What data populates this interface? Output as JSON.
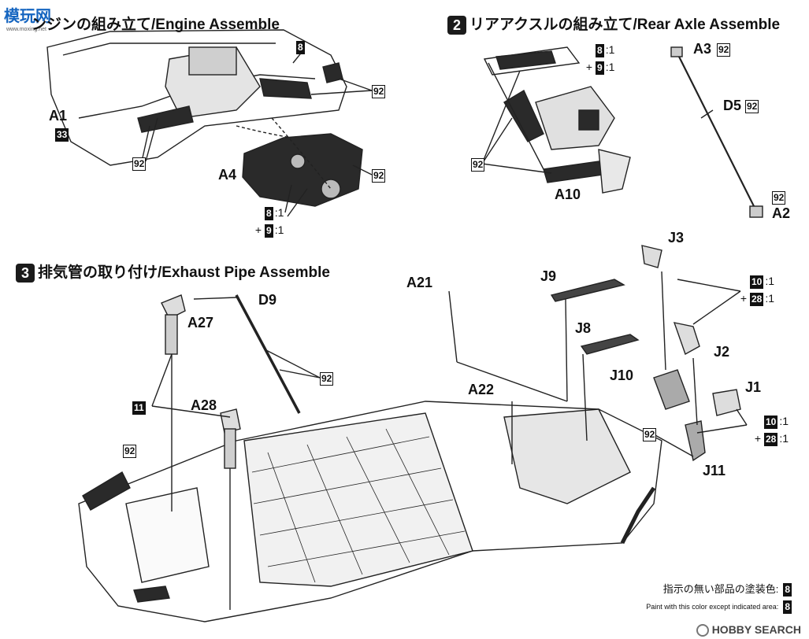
{
  "watermark": {
    "brand": "模玩网",
    "url": "www.moxing.net"
  },
  "steps": [
    {
      "num": "",
      "title": "ンジンの組み立て/Engine Assemble"
    },
    {
      "num": "2",
      "title": "リアアクスルの組み立て/Rear Axle Assemble"
    },
    {
      "num": "3",
      "title": "排気管の取り付け/Exhaust Pipe Assemble"
    }
  ],
  "parts": {
    "a1": "A1",
    "a4": "A4",
    "a10": "A10",
    "a3": "A3",
    "d5": "D5",
    "a2": "A2",
    "a21": "A21",
    "a22": "A22",
    "a27": "A27",
    "a28": "A28",
    "d9": "D9",
    "j1": "J1",
    "j2": "J2",
    "j3": "J3",
    "j8": "J8",
    "j9": "J9",
    "j10": "J10",
    "j11": "J11"
  },
  "colors": {
    "c8": "8",
    "c9": "9",
    "c10": "10",
    "c11": "11",
    "c28": "28",
    "c33": "33",
    "c92": "92"
  },
  "mix": {
    "ratio1": ":1",
    "plus": "+"
  },
  "footer": {
    "jp": "指示の無い部品の塗装色:",
    "en": "Paint with this color except indicated area:",
    "color": "8"
  },
  "brand": {
    "name": "HOBBY SEARCH"
  },
  "style": {
    "ink": "#111111",
    "part_gray": "#d8d8d8",
    "dark_part": "#2a2a2a"
  }
}
